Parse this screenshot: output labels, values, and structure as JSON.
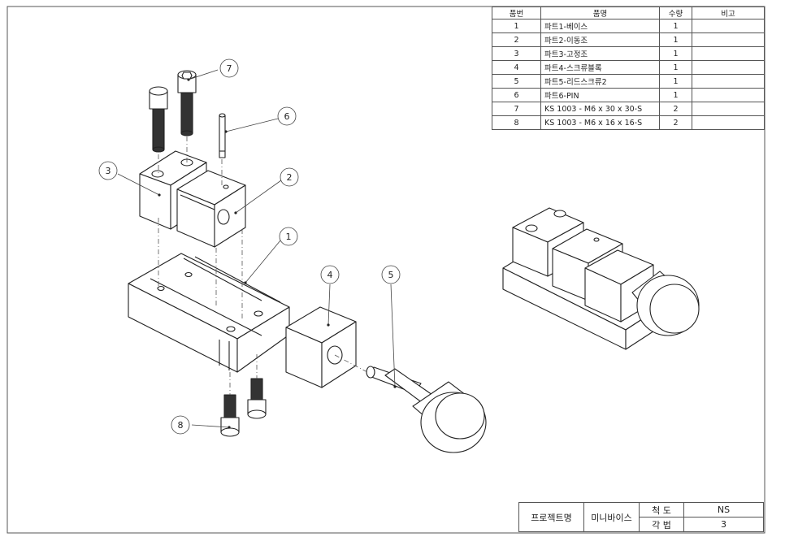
{
  "bom": {
    "headers": [
      "품번",
      "품명",
      "수량",
      "비고"
    ],
    "rows": [
      {
        "no": "1",
        "name": "파트1-베이스",
        "qty": "1",
        "note": ""
      },
      {
        "no": "2",
        "name": "파트2-이동조",
        "qty": "1",
        "note": ""
      },
      {
        "no": "3",
        "name": "파트3-고정조",
        "qty": "1",
        "note": ""
      },
      {
        "no": "4",
        "name": "파트4-스크류블록",
        "qty": "1",
        "note": ""
      },
      {
        "no": "5",
        "name": "파트5-리드스크류2",
        "qty": "1",
        "note": ""
      },
      {
        "no": "6",
        "name": "파트6-PIN",
        "qty": "1",
        "note": ""
      },
      {
        "no": "7",
        "name": "KS 1003 - M6 x 30 x 30-S",
        "qty": "2",
        "note": ""
      },
      {
        "no": "8",
        "name": "KS 1003 - M6 x 16 x 16-S",
        "qty": "2",
        "note": ""
      }
    ]
  },
  "title_block": {
    "project_label": "프로젝트명",
    "project_name": "미니바이스",
    "scale_label": "척 도",
    "scale_value": "NS",
    "angle_label": "각 법",
    "angle_value": "3"
  },
  "balloons": [
    "1",
    "2",
    "3",
    "4",
    "5",
    "6",
    "7",
    "8"
  ],
  "colors": {
    "line": "#222222",
    "leader": "#444444",
    "border": "#555555"
  }
}
